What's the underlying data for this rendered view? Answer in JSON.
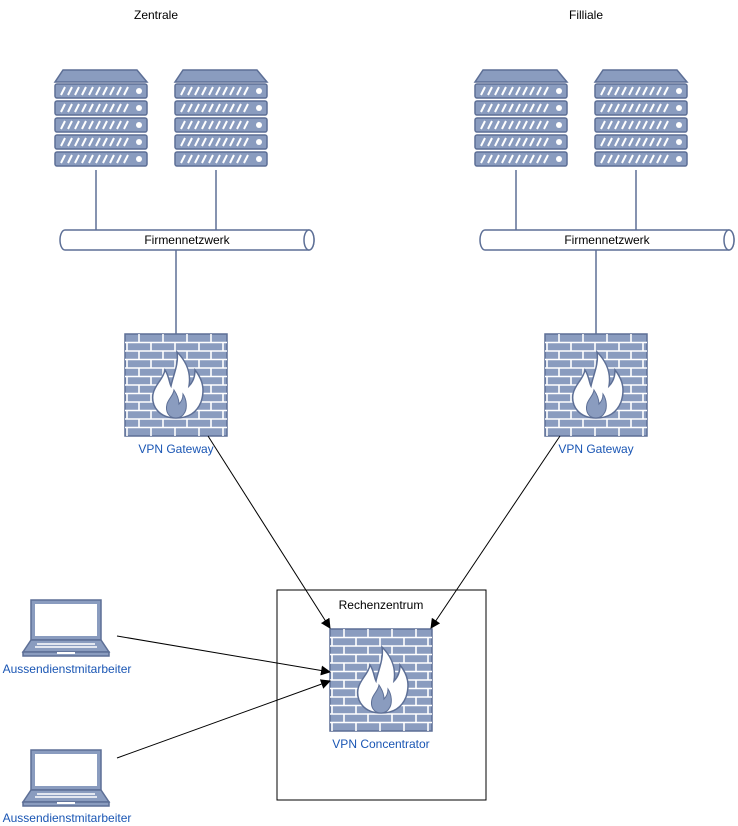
{
  "sites": [
    {
      "label": "Zentrale",
      "network_label": "Firmennetzwerk",
      "gateway_label": "VPN Gateway"
    },
    {
      "label": "Filliale",
      "network_label": "Firmennetzwerk",
      "gateway_label": "VPN Gateway"
    }
  ],
  "datacenter": {
    "label": "Rechenzentrum",
    "concentrator_label": "VPN Concentrator"
  },
  "field_workers": [
    {
      "label": "Aussendienstmitarbeiter"
    },
    {
      "label": "Aussendienstmitarbeiter"
    }
  ],
  "colors": {
    "icon_fill": "#8a9cbf",
    "icon_stroke": "#5d6f96",
    "icon_light": "#ffffff",
    "label_blue": "#1a56b4",
    "line": "#000000",
    "link_line": "#5d6f96"
  }
}
